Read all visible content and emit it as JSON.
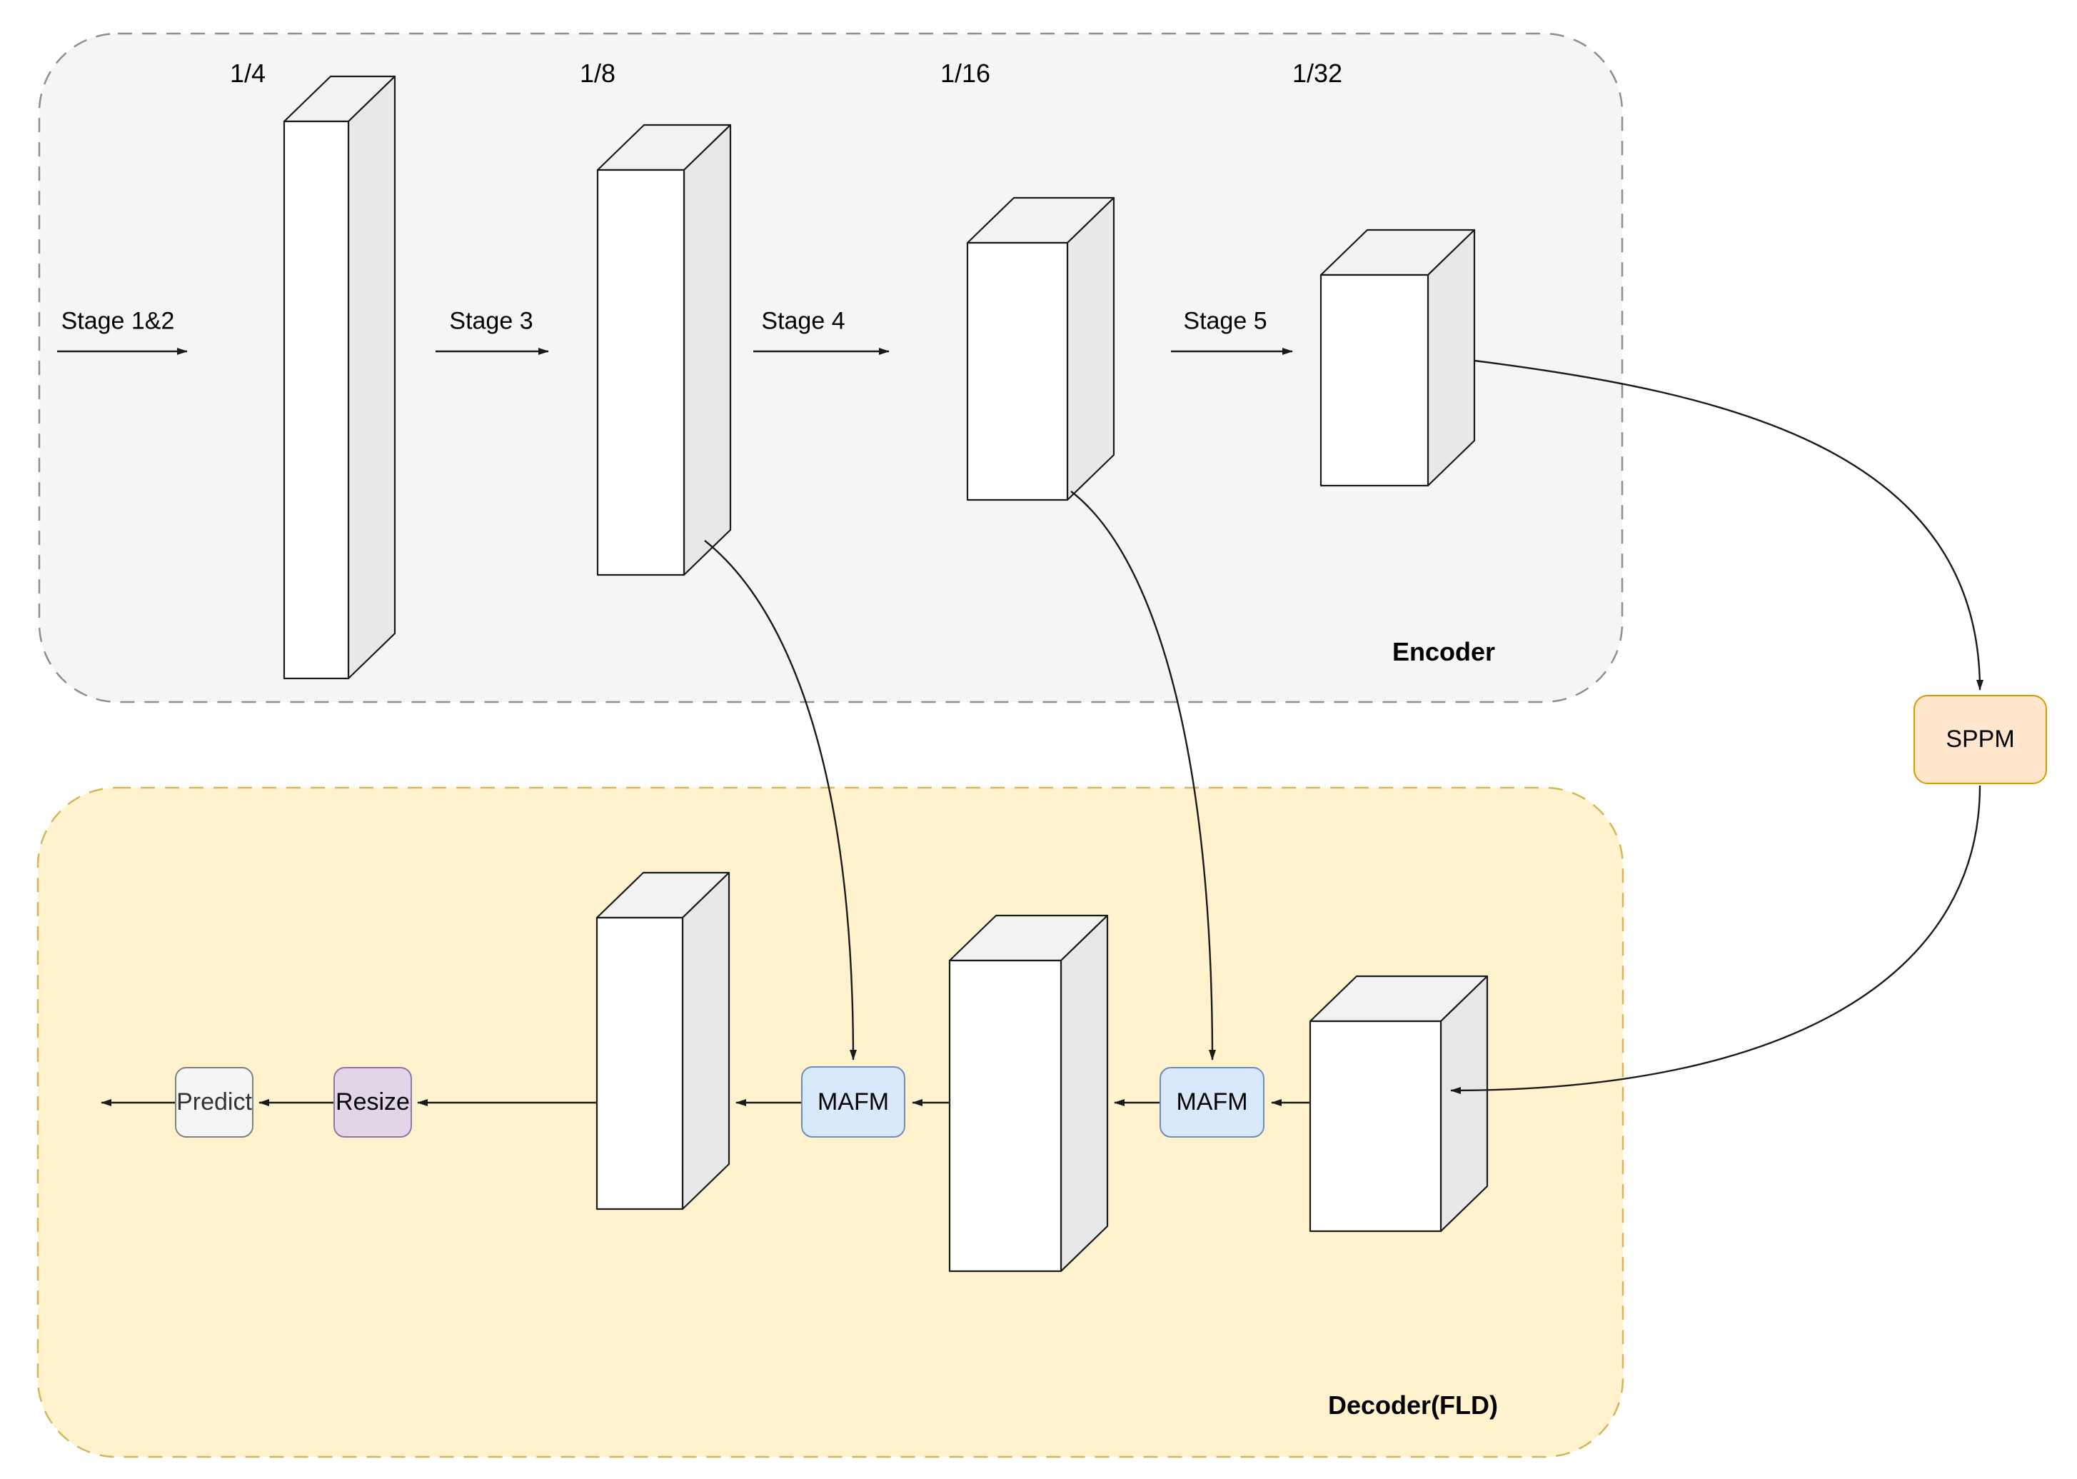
{
  "diagram": {
    "encoder": {
      "label": "Encoder",
      "scales": [
        "1/4",
        "1/8",
        "1/16",
        "1/32"
      ],
      "stages": [
        "Stage 1&2",
        "Stage 3",
        "Stage 4",
        "Stage 5"
      ]
    },
    "decoder": {
      "label": "Decoder(FLD)"
    },
    "modules": {
      "sppm": "SPPM",
      "mafm_1": "MAFM",
      "mafm_2": "MAFM",
      "resize": "Resize",
      "predict": "Predict"
    },
    "colors": {
      "encoder_fill": "#f5f5f5",
      "encoder_border": "#8f8f8f",
      "decoder_fill": "#fff2cc",
      "decoder_border": "#d6b656",
      "sppm_fill": "#ffe6cc",
      "sppm_border": "#d79b00",
      "mafm_fill": "#dae8fc",
      "mafm_border": "#6c8ebf",
      "resize_fill": "#e1d5e7",
      "resize_border": "#9673a6",
      "predict_fill": "#f5f5f5",
      "predict_border": "#808080",
      "feature_box_front": "#ffffff",
      "feature_box_top": "#f2f2f2",
      "feature_box_side": "#e8e8e8",
      "line": "#1a1a1a"
    }
  }
}
